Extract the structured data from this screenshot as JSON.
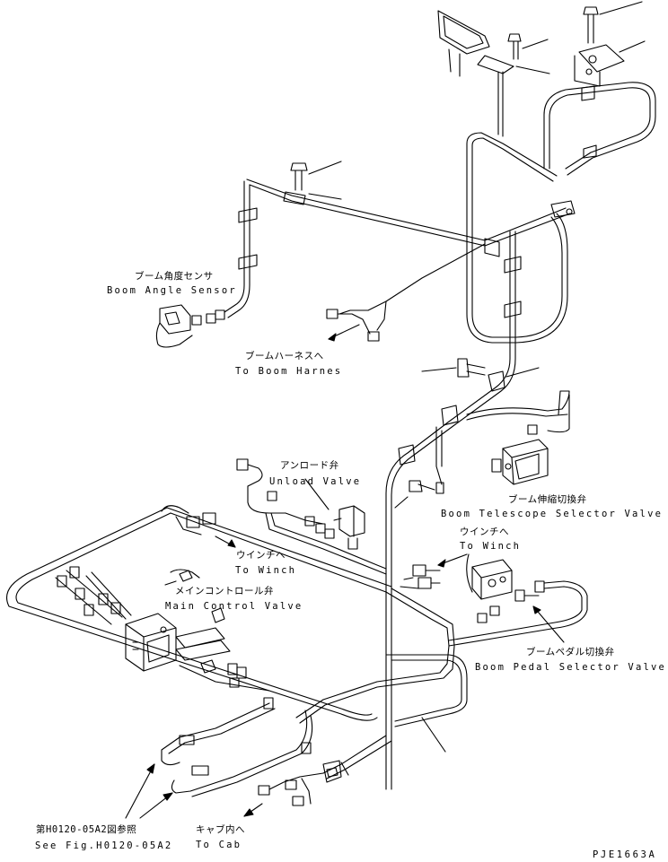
{
  "labels": {
    "boom_angle_sensor": {
      "jp": "ブーム角度センサ",
      "en": "Boom Angle Sensor"
    },
    "boom_harness": {
      "jp": "ブームハーネスへ",
      "en": "To Boom Harnes"
    },
    "unload_valve": {
      "jp": "アンロード弁",
      "en": "Unload Valve"
    },
    "boom_telescope_valve": {
      "jp": "ブーム伸縮切換弁",
      "en": "Boom Telescope Selector Valve"
    },
    "to_winch_right": {
      "jp": "ウインチへ",
      "en": "To Winch"
    },
    "to_winch_left": {
      "jp": "ウインチへ",
      "en": "To Winch"
    },
    "main_control_valve": {
      "jp": "メインコントロール弁",
      "en": "Main Control Valve"
    },
    "boom_pedal_valve": {
      "jp": "ブームペダル切換弁",
      "en": "Boom Pedal Selector Valve"
    },
    "see_fig": {
      "jp": "第H0120-05A2図参照",
      "en": "See Fig.H0120-05A2"
    },
    "to_cab": {
      "jp": "キャブ内へ",
      "en": "To Cab"
    }
  },
  "drawing_code": "PJE1663A",
  "colors": {
    "line": "#000000",
    "background": "#ffffff"
  }
}
